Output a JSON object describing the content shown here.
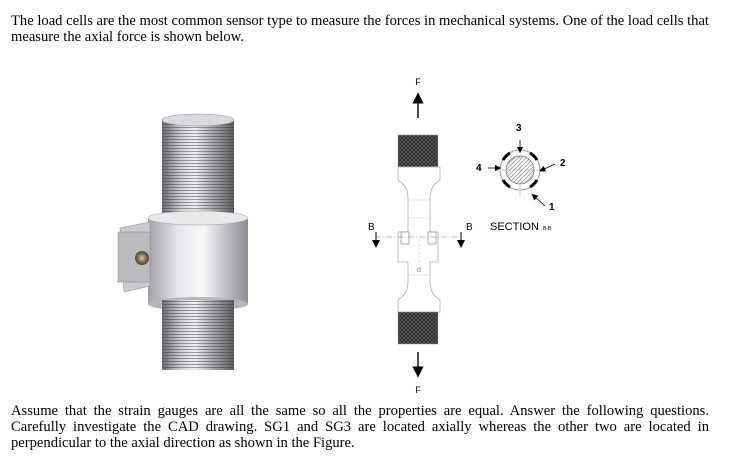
{
  "intro": {
    "text": "The load cells are the most common sensor type to measure the forces in mechanical systems. One of the load cells that measure the axial force is shown below."
  },
  "drawing": {
    "force_top": "F",
    "force_bottom": "F",
    "section_mark_left": "B",
    "section_mark_right": "B",
    "dimension_label": "d",
    "gauge_labels": [
      "1",
      "2",
      "3",
      "4"
    ],
    "section_title": "SECTION",
    "section_id": "B-B"
  },
  "assumption": {
    "text": "Assume that the strain gauges are all the same so all the properties are equal. Answer the following questions. Carefully investigate the CAD drawing. SG1 and SG3 are located axially whereas the other two are located in perpendicular to the axial direction as shown in the Figure."
  }
}
